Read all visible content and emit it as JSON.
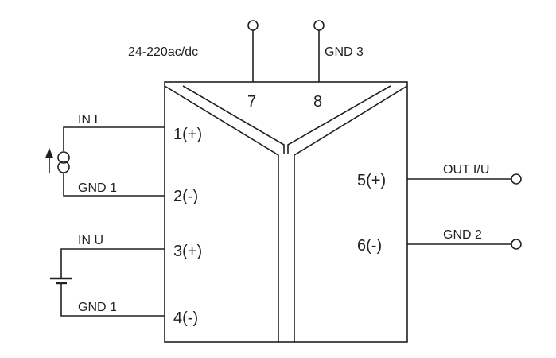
{
  "power": {
    "supply_label": "24-220ac/dc",
    "gnd3_label": "GND 3",
    "pin7": "7",
    "pin8": "8"
  },
  "inputs": {
    "current": {
      "label": "IN I",
      "gnd_label": "GND 1",
      "plus_pin": "1(+)",
      "minus_pin": "2(-)"
    },
    "voltage": {
      "label": "IN U",
      "gnd_label": "GND 1",
      "plus_pin": "3(+)",
      "minus_pin": "4(-)"
    }
  },
  "outputs": {
    "out_label": "OUT I/U",
    "gnd2_label": "GND 2",
    "plus_pin": "5(+)",
    "minus_pin": "6(-)"
  },
  "colors": {
    "line": "#231f20",
    "background": "#ffffff"
  }
}
